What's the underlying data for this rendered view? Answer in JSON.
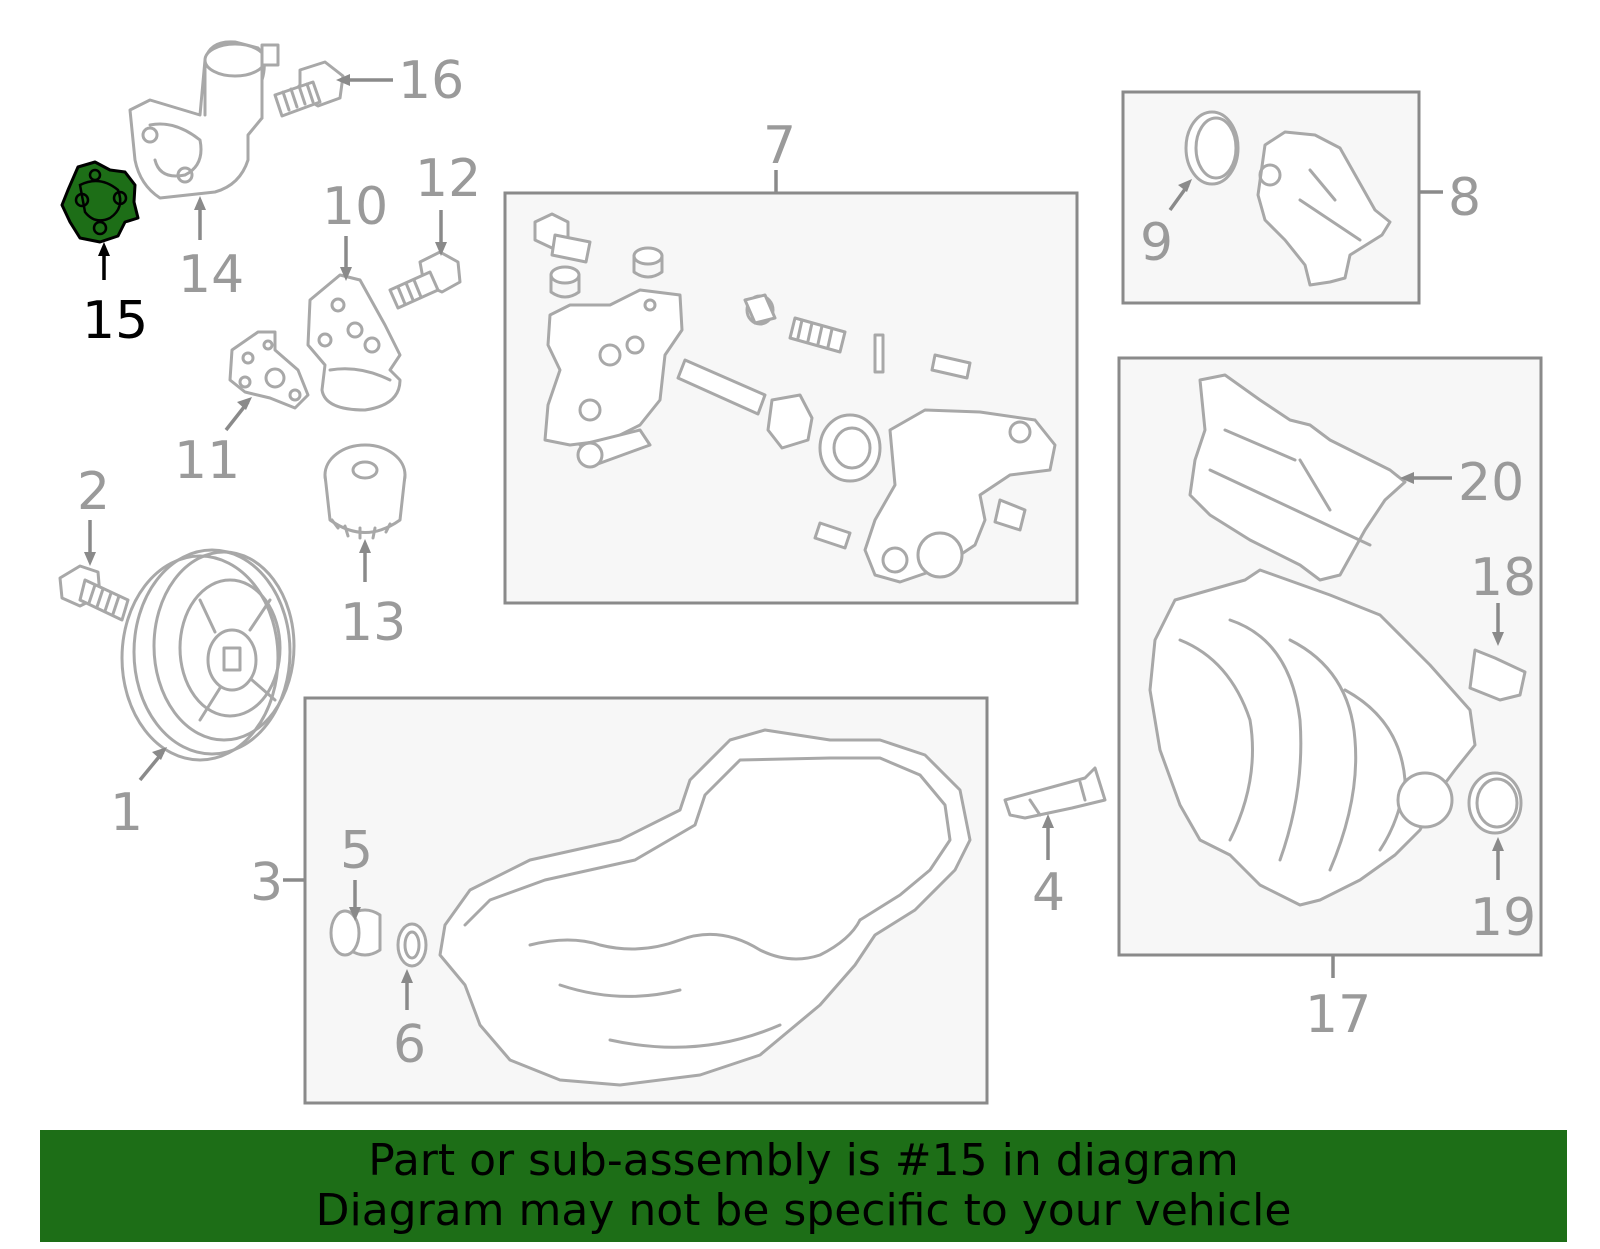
{
  "diagram": {
    "highlight_color": "#1d6e17",
    "highlighted_callout": "15",
    "callouts": {
      "c1": "1",
      "c2": "2",
      "c3": "3",
      "c4": "4",
      "c5": "5",
      "c6": "6",
      "c7": "7",
      "c8": "8",
      "c9": "9",
      "c10": "10",
      "c11": "11",
      "c12": "12",
      "c13": "13",
      "c14": "14",
      "c15": "15",
      "c16": "16",
      "c17": "17",
      "c18": "18",
      "c19": "19",
      "c20": "20"
    }
  },
  "banner": {
    "line1": "Part or sub-assembly is #15 in diagram",
    "line2": "Diagram may not be specific to your vehicle"
  }
}
